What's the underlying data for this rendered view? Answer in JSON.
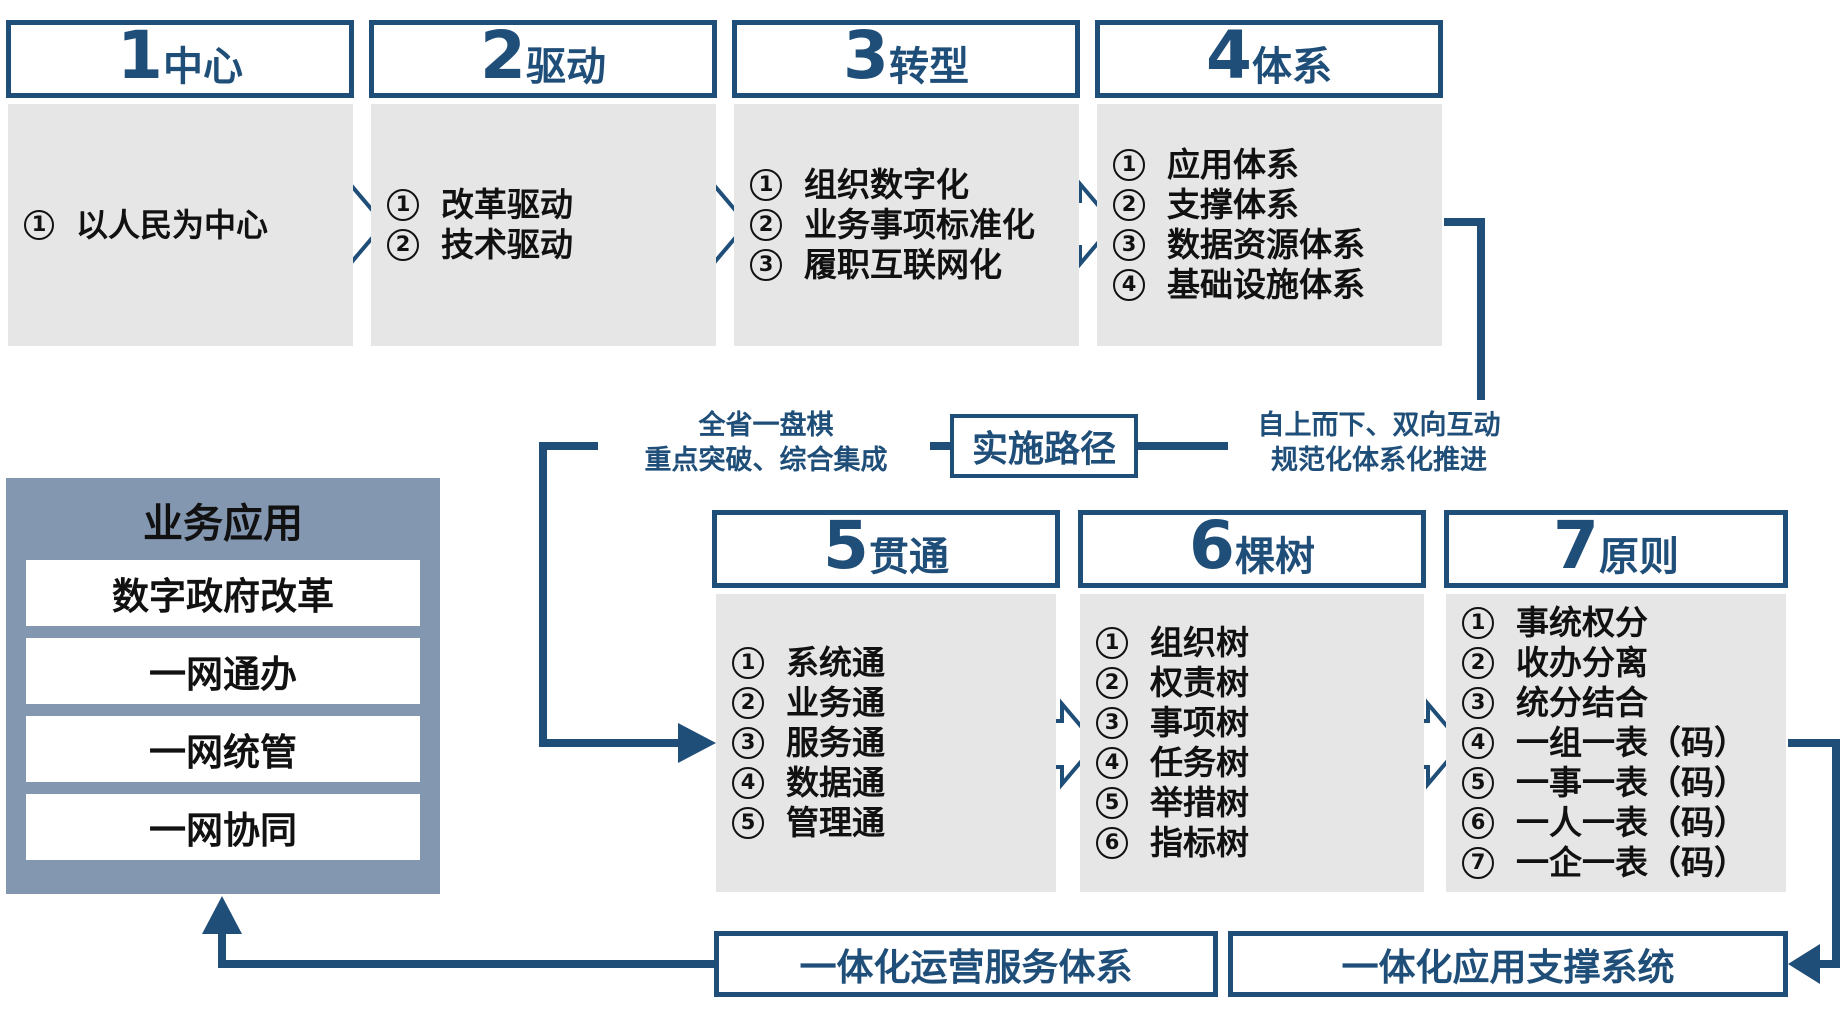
{
  "top_sections": [
    {
      "num": "1",
      "word": "中心",
      "items": [
        {
          "mark": "1",
          "text": "以人民为中心"
        }
      ]
    },
    {
      "num": "2",
      "word": "驱动",
      "items": [
        {
          "mark": "1",
          "text": "改革驱动"
        },
        {
          "mark": "2",
          "text": "技术驱动"
        }
      ]
    },
    {
      "num": "3",
      "word": "转型",
      "items": [
        {
          "mark": "1",
          "text": "组织数字化"
        },
        {
          "mark": "2",
          "text": "业务事项标准化"
        },
        {
          "mark": "3",
          "text": "履职互联网化"
        }
      ]
    },
    {
      "num": "4",
      "word": "体系",
      "items": [
        {
          "mark": "1",
          "text": "应用体系"
        },
        {
          "mark": "2",
          "text": "支撑体系"
        },
        {
          "mark": "3",
          "text": "数据资源体系"
        },
        {
          "mark": "4",
          "text": "基础设施体系"
        }
      ]
    }
  ],
  "bottom_sections": [
    {
      "num": "5",
      "word": "贯通",
      "items": [
        {
          "mark": "1",
          "text": "系统通"
        },
        {
          "mark": "2",
          "text": "业务通"
        },
        {
          "mark": "3",
          "text": "服务通"
        },
        {
          "mark": "4",
          "text": "数据通"
        },
        {
          "mark": "5",
          "text": "管理通"
        }
      ]
    },
    {
      "num": "6",
      "word": "棵树",
      "items": [
        {
          "mark": "1",
          "text": "组织树"
        },
        {
          "mark": "2",
          "text": "权责树"
        },
        {
          "mark": "3",
          "text": "事项树"
        },
        {
          "mark": "4",
          "text": "任务树"
        },
        {
          "mark": "5",
          "text": "举措树"
        },
        {
          "mark": "6",
          "text": "指标树"
        }
      ]
    },
    {
      "num": "7",
      "word": "原则",
      "items": [
        {
          "mark": "1",
          "text": "事统权分"
        },
        {
          "mark": "2",
          "text": "收办分离"
        },
        {
          "mark": "3",
          "text": "统分结合"
        },
        {
          "mark": "4",
          "text": "一组一表（码）"
        },
        {
          "mark": "5",
          "text": "一事一表（码）"
        },
        {
          "mark": "6",
          "text": "一人一表（码）"
        },
        {
          "mark": "7",
          "text": "一企一表（码）"
        }
      ]
    }
  ],
  "path": {
    "label": "实施路径",
    "left_note": [
      "全省一盘棋",
      "重点突破、综合集成"
    ],
    "right_note": [
      "自上而下、双向互动",
      "规范化体系化推进"
    ]
  },
  "business": {
    "title": "业务应用",
    "items": [
      "数字政府改革",
      "一网通办",
      "一网统管",
      "一网协同"
    ]
  },
  "bottom_bars": {
    "operation": "一体化运营服务体系",
    "support": "一体化应用支撑系统"
  },
  "colors": {
    "accent": "#1f4e79",
    "card": "#e6e6e6",
    "business_panel": "#8497b0"
  }
}
